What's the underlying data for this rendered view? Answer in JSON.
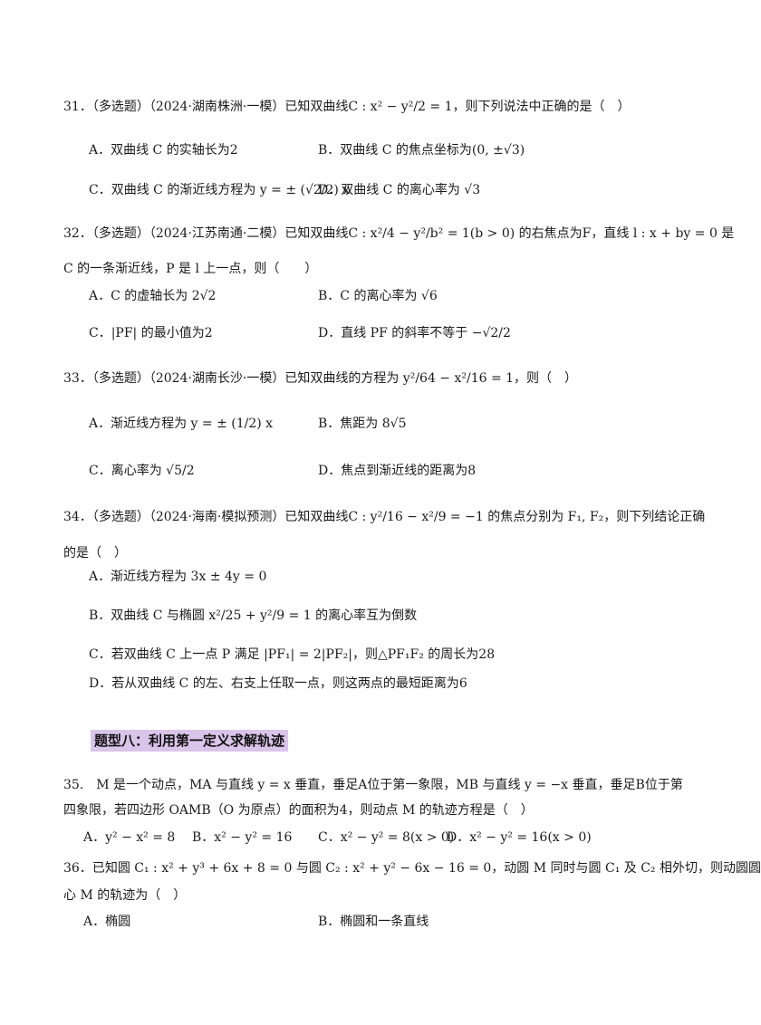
{
  "q31": {
    "stem": "31．（多选题）（2024·湖南株洲·一模）已知双曲线C : x² − y²/2 = 1，则下列说法中正确的是（　）",
    "A": "A．双曲线 C 的实轴长为2",
    "B": "B．双曲线 C 的焦点坐标为(0, ±√3)",
    "C": "C．双曲线 C 的渐近线方程为 y = ± (√2/2) x",
    "D": "D．双曲线 C 的离心率为 √3"
  },
  "q32": {
    "stem": "32．（多选题）（2024·江苏南通·二模）已知双曲线C : x²/4 − y²/b² = 1(b > 0) 的右焦点为F，直线 l : x + by = 0 是",
    "stem2": "C 的一条渐近线，P 是 l 上一点，则（　　）",
    "A": "A．C 的虚轴长为 2√2",
    "B": "B．C 的离心率为 √6",
    "C": "C．|PF| 的最小值为2",
    "D": "D．直线 PF 的斜率不等于 −√2/2"
  },
  "q33": {
    "stem": "33．（多选题）（2024·湖南长沙·一模）已知双曲线的方程为 y²/64 − x²/16 = 1，则（　）",
    "A": "A．渐近线方程为 y = ± (1/2) x",
    "B": "B．焦距为 8√5",
    "C": "C．离心率为 √5/2",
    "D": "D．焦点到渐近线的距离为8"
  },
  "q34": {
    "stem": "34．（多选题）（2024·海南·模拟预测）已知双曲线C : y²/16 − x²/9 = −1 的焦点分别为 F₁, F₂，则下列结论正确",
    "stem2": "的是（　）",
    "A": "A．渐近线方程为 3x ± 4y = 0",
    "B": "B．双曲线 C 与椭圆 x²/25 + y²/9 = 1 的离心率互为倒数",
    "C": "C．若双曲线 C 上一点 P 满足 |PF₁| = 2|PF₂|，则△PF₁F₂ 的周长为28",
    "D": "D．若从双曲线 C 的左、右支上任取一点，则这两点的最短距离为6"
  },
  "section": "题型八：利用第一定义求解轨迹",
  "q35": {
    "stem": "35.　M 是一个动点，MA 与直线 y = x 垂直，垂足A位于第一象限，MB 与直线 y = −x 垂直，垂足B位于第",
    "stem2": "四象限，若四边形 OAMB（O 为原点）的面积为4，则动点 M 的轨迹方程是（　）",
    "A": "A．y² − x² = 8",
    "B": "B．x² − y² = 16",
    "C": "C．x² − y² = 8(x > 0)",
    "D": "D．x² − y² = 16(x > 0)"
  },
  "q36": {
    "stem": "36．已知圆 C₁ : x² + y³ + 6x + 8 = 0 与圆 C₂ : x² + y² − 6x − 16 = 0，动圆 M 同时与圆 C₁ 及 C₂ 相外切，则动圆圆",
    "stem2": "心 M 的轨迹为（　）",
    "A": "A．椭圆",
    "B": "B．椭圆和一条直线"
  }
}
